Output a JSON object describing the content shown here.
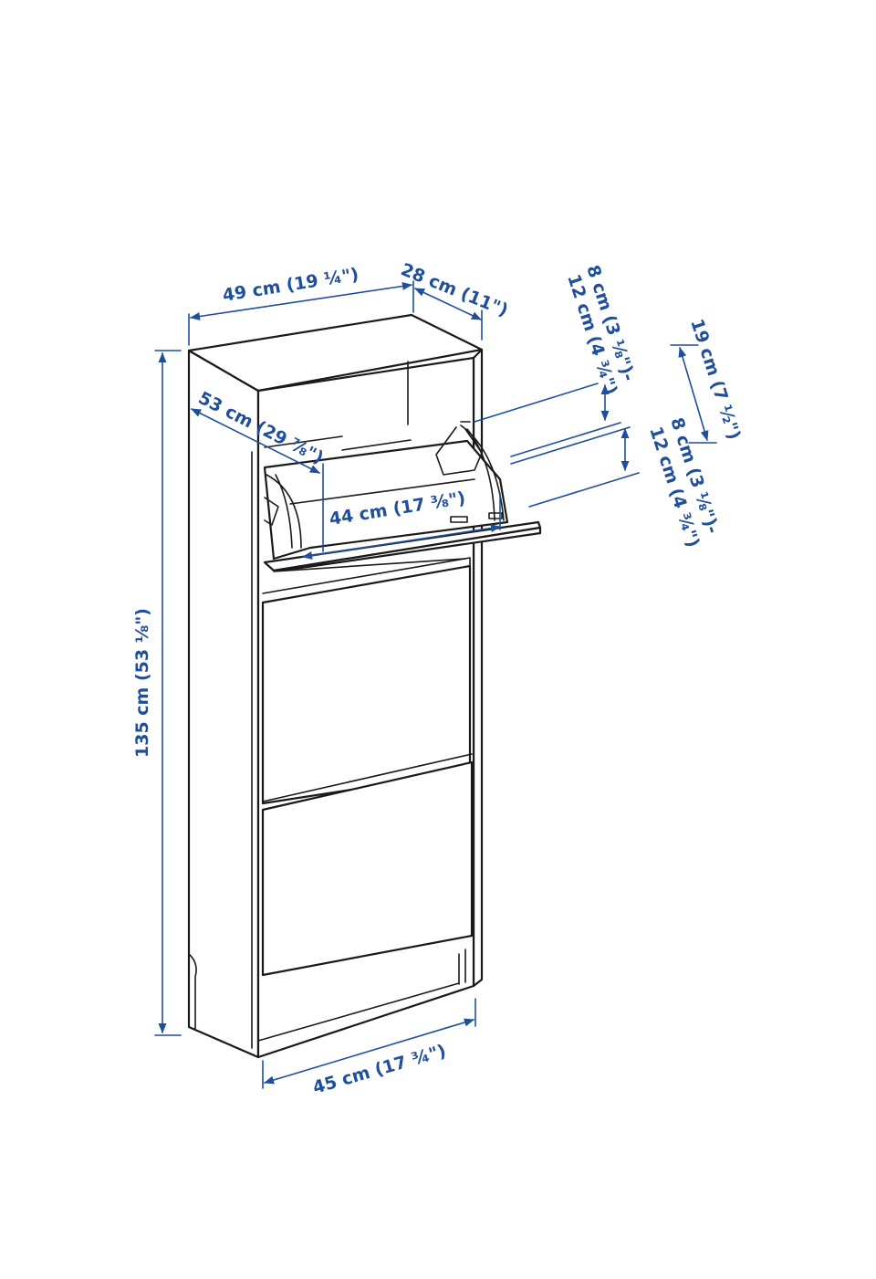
{
  "colors": {
    "dimension": "#1f4e9c",
    "outline": "#1a1a1a",
    "background": "#ffffff"
  },
  "dimensions": {
    "width_top": "49 cm (19 ¼\")",
    "depth": "28 cm (11\")",
    "height": "135 cm (53 ⅛\")",
    "width_bottom": "45 cm (17 ¾\")",
    "diagonal": "53 cm (29 ⅞\")",
    "inner_width": "44 cm (17 ⅜\")",
    "opening_1a": "8 cm (3 ⅛\")-",
    "opening_1b": "12 cm (4 ¾\")",
    "compartment": "19 cm (7 ½\")",
    "opening_2a": "8 cm (3 ⅛\")-",
    "opening_2b": "12 cm (4 ¾\")"
  }
}
